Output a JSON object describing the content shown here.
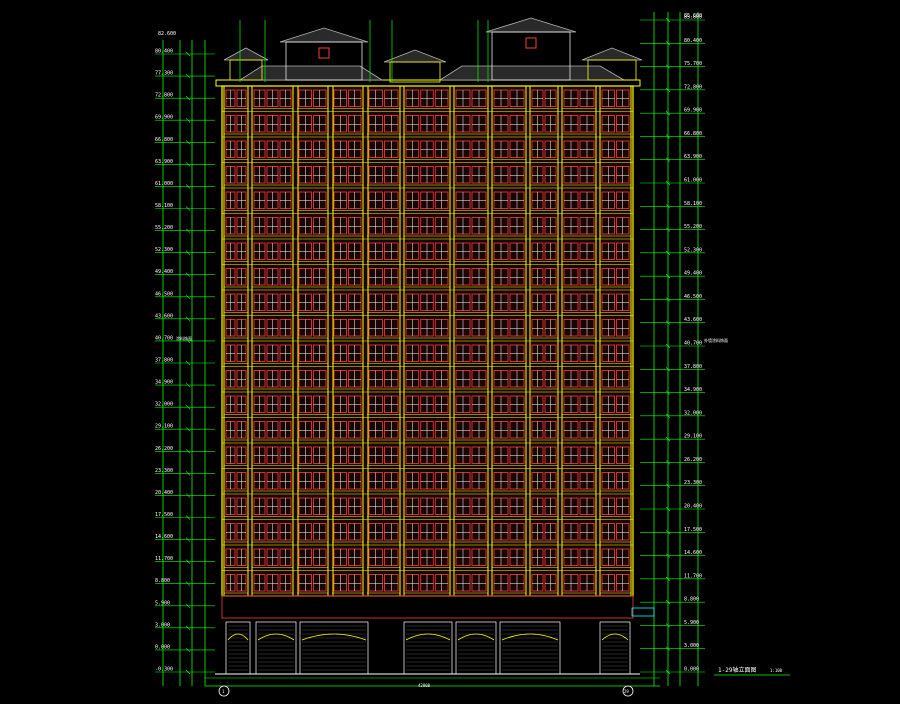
{
  "drawing": {
    "background": "#000000",
    "colors": {
      "dimension": "#00ff00",
      "facade_frame": "#ffff00",
      "wall": "#c83232",
      "window": "#ffffff",
      "roof": "#b4b4b4",
      "text": "#ffffff",
      "cyan": "#00ffff"
    },
    "caption": "1-29轴立面图",
    "caption_scale": "1:100",
    "axis_left": "1",
    "axis_right": "29",
    "bottom_dimension": "42800",
    "top_left_elevation": "82.600",
    "top_right_elevation": "85.600",
    "elevations_left": [
      "80.400",
      "77.300",
      "72.800",
      "69.900",
      "66.800",
      "63.900",
      "61.000",
      "58.100",
      "55.200",
      "52.300",
      "49.400",
      "46.500",
      "43.600",
      "40.700",
      "37.800",
      "34.900",
      "32.000",
      "29.100",
      "26.200",
      "23.300",
      "20.400",
      "17.500",
      "14.600",
      "11.700",
      "8.800",
      "5.900",
      "3.000",
      "0.000",
      "-0.300"
    ],
    "elevations_right": [
      "85.600",
      "80.400",
      "75.700",
      "72.800",
      "69.900",
      "66.800",
      "63.900",
      "61.000",
      "58.100",
      "55.200",
      "52.300",
      "49.400",
      "46.500",
      "43.600",
      "40.700",
      "37.800",
      "34.900",
      "32.000",
      "29.100",
      "26.200",
      "23.300",
      "20.400",
      "17.500",
      "14.600",
      "11.700",
      "8.800",
      "5.900",
      "3.000",
      "0.000"
    ],
    "left_note": "涂料饰面",
    "right_note": "外墙涂料饰面"
  }
}
